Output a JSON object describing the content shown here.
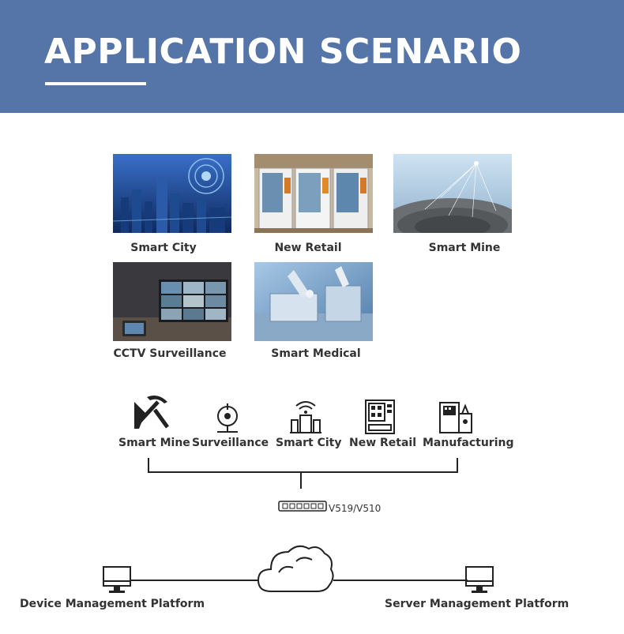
{
  "header": {
    "title": "APPLICATION SCENARIO"
  },
  "scenarios": [
    {
      "label": "Smart City"
    },
    {
      "label": "New Retail"
    },
    {
      "label": "Smart Mine"
    },
    {
      "label": "CCTV Surveillance"
    },
    {
      "label": "Smart Medical"
    }
  ],
  "topology": {
    "endpoints": [
      {
        "label": "Smart Mine",
        "icon": "pickaxe-icon"
      },
      {
        "label": "Surveillance",
        "icon": "camera-icon"
      },
      {
        "label": "Smart City",
        "icon": "city-wifi-icon"
      },
      {
        "label": "New Retail",
        "icon": "vending-machine-icon"
      },
      {
        "label": "Manufacturing",
        "icon": "machine-icon"
      }
    ],
    "switch_label": "V519/V510",
    "left_platform": "Device Management Platform",
    "right_platform": "Server Management Platform"
  },
  "colors": {
    "header_bg": "#5574a8",
    "line": "#222222",
    "text": "#333333"
  }
}
